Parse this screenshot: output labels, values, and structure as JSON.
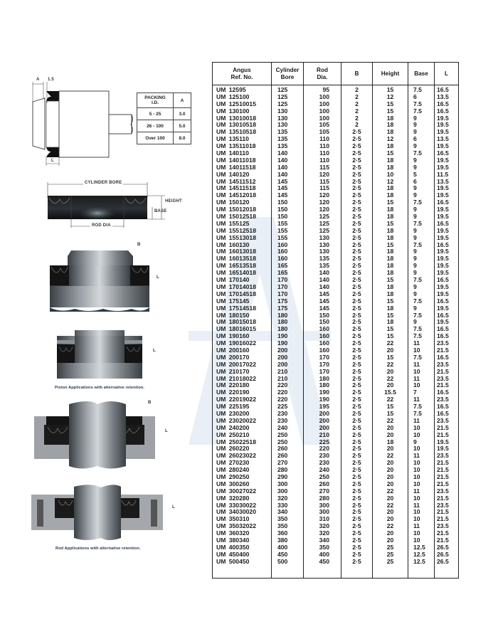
{
  "packing_table": {
    "headers": [
      "PACKING I.D.",
      "A"
    ],
    "rows": [
      [
        "5  -  25",
        "3.0"
      ],
      [
        "26  -  100",
        "5.0"
      ],
      [
        "Over 100",
        "8.0"
      ]
    ]
  },
  "diagram1": {
    "label_a": "A",
    "label_15": "1.5",
    "label_l": "L"
  },
  "diagram2": {
    "cylinder_bore": "CYLINDER BORE",
    "rod_dia": "ROD DIA",
    "height": "HEIGHT",
    "base": "BASE"
  },
  "diagram3": {
    "label_b": "B",
    "label_l": "L"
  },
  "diagram4": {
    "label_l": "L",
    "caption": "Piston Applications with alternative retention."
  },
  "diagram5": {
    "label_b": "B",
    "label_l": "L"
  },
  "diagram6": {
    "label_l": "L",
    "caption": "Rod Applications with alternative retention."
  },
  "spec_table": {
    "headers": [
      "Angus\nRef. No.",
      "Cylinder\nBore",
      "Rod\nDia.",
      "B",
      "Height",
      "Base",
      "L"
    ],
    "rows": [
      [
        "UM 12595",
        "125",
        "95",
        "2",
        "15",
        "7.5",
        "16.5"
      ],
      [
        "UM 125100",
        "125",
        "100",
        "2",
        "12",
        "6",
        "13.5"
      ],
      [
        "UM 12510015",
        "125",
        "100",
        "2",
        "15",
        "7.5",
        "16.5"
      ],
      [
        "UM 130100",
        "130",
        "100",
        "2",
        "15",
        "7.5",
        "16.5"
      ],
      [
        "UM 13010018",
        "130",
        "100",
        "2",
        "18",
        "9",
        "19.5"
      ],
      [
        "UM 13010518",
        "130",
        "105",
        "2",
        "18",
        "9",
        "19.5"
      ],
      [
        "UM 13510518",
        "135",
        "105",
        "2·5",
        "18",
        "9",
        "19.5"
      ],
      [
        "UM 135110",
        "135",
        "110",
        "2·5",
        "12",
        "6",
        "13.5"
      ],
      [
        "UM 13511018",
        "135",
        "110",
        "2·5",
        "18",
        "9",
        "19.5"
      ],
      [
        "UM 140110",
        "140",
        "110",
        "2·5",
        "15",
        "7.5",
        "16.5"
      ],
      [
        "UM 14011018",
        "140",
        "110",
        "2·5",
        "18",
        "9",
        "19.5"
      ],
      [
        "UM 14011518",
        "140",
        "115",
        "2·5",
        "18",
        "9",
        "19.5"
      ],
      [
        "UM 140120",
        "140",
        "120",
        "2·5",
        "10",
        "5",
        "11.5"
      ],
      [
        "UM 14511512",
        "145",
        "115",
        "2·5",
        "12",
        "6",
        "13.5"
      ],
      [
        "UM 14511518",
        "145",
        "115",
        "2·5",
        "18",
        "9",
        "19.5"
      ],
      [
        "UM 14512018",
        "145",
        "120",
        "2·5",
        "18",
        "9",
        "19.5"
      ],
      [
        "UM 150120",
        "150",
        "120",
        "2·5",
        "15",
        "7.5",
        "16.5"
      ],
      [
        "UM 15012018",
        "150",
        "120",
        "2·5",
        "18",
        "9",
        "19.5"
      ],
      [
        "UM 15012518",
        "150",
        "125",
        "2·5",
        "18",
        "9",
        "19.5"
      ],
      [
        "UM 155125",
        "155",
        "125",
        "2·5",
        "15",
        "7.5",
        "16.5"
      ],
      [
        "UM 15512518",
        "155",
        "125",
        "2·5",
        "18",
        "9",
        "19.5"
      ],
      [
        "UM 15513018",
        "155",
        "130",
        "2·5",
        "18",
        "9",
        "19.5"
      ],
      [
        "UM 160130",
        "160",
        "130",
        "2·5",
        "15",
        "7.5",
        "16.5"
      ],
      [
        "UM 16013018",
        "160",
        "130",
        "2·5",
        "18",
        "9",
        "19.5"
      ],
      [
        "UM 16013518",
        "160",
        "135",
        "2·5",
        "18",
        "9",
        "19.5"
      ],
      [
        "UM 16513518",
        "165",
        "135",
        "2·5",
        "18",
        "9",
        "19.5"
      ],
      [
        "UM 16514018",
        "165",
        "140",
        "2·5",
        "18",
        "9",
        "19.5"
      ],
      [
        "UM 170140",
        "170",
        "140",
        "2·5",
        "15",
        "7.5",
        "16.5"
      ],
      [
        "UM 17014018",
        "170",
        "140",
        "2·5",
        "18",
        "9",
        "19.5"
      ],
      [
        "UM 17014518",
        "170",
        "145",
        "2·5",
        "18",
        "9",
        "19.5"
      ],
      [
        "UM 175145",
        "175",
        "145",
        "2·5",
        "15",
        "7.5",
        "16.5"
      ],
      [
        "UM 17514518",
        "175",
        "145",
        "2·5",
        "18",
        "9",
        "19.5"
      ],
      [
        "UM 180150",
        "180",
        "150",
        "2·5",
        "15",
        "7.5",
        "16.5"
      ],
      [
        "UM 18015018",
        "180",
        "150",
        "2·5",
        "18",
        "9",
        "19.5"
      ],
      [
        "UM 18016015",
        "180",
        "160",
        "2·5",
        "15",
        "7.5",
        "16.5"
      ],
      [
        "UM 190160",
        "190",
        "160",
        "2·5",
        "15",
        "7.5",
        "16.5"
      ],
      [
        "UM 19016022",
        "190",
        "160",
        "2·5",
        "22",
        "11",
        "23.5"
      ],
      [
        "UM 200160",
        "200",
        "160",
        "2·5",
        "20",
        "10",
        "21.5"
      ],
      [
        "UM 200170",
        "200",
        "170",
        "2·5",
        "15",
        "7.5",
        "16.5"
      ],
      [
        "UM 20017022",
        "200",
        "170",
        "2·5",
        "22",
        "11",
        "23.5"
      ],
      [
        "UM 210170",
        "210",
        "170",
        "2·5",
        "20",
        "10",
        "21.5"
      ],
      [
        "UM 21018022",
        "210",
        "180",
        "2·5",
        "22",
        "11",
        "23.5"
      ],
      [
        "UM 220180",
        "220",
        "180",
        "2·5",
        "20",
        "10",
        "21.5"
      ],
      [
        "UM 220190",
        "220",
        "190",
        "2·5",
        "15.5",
        "7",
        "16.5"
      ],
      [
        "UM 22019022",
        "220",
        "190",
        "2·5",
        "22",
        "11",
        "23.5"
      ],
      [
        "UM 225195",
        "225",
        "195",
        "2·5",
        "15",
        "7.5",
        "16.5"
      ],
      [
        "UM 230200",
        "230",
        "200",
        "2·5",
        "15",
        "7.5",
        "16.5"
      ],
      [
        "UM 23020022",
        "230",
        "200",
        "2·5",
        "22",
        "11",
        "23.5"
      ],
      [
        "UM 240200",
        "240",
        "200",
        "2·5",
        "20",
        "10",
        "21.5"
      ],
      [
        "UM 250210",
        "250",
        "210",
        "2·5",
        "20",
        "10",
        "21.5"
      ],
      [
        "UM 25022518",
        "250",
        "225",
        "2·5",
        "18",
        "9",
        "19.5"
      ],
      [
        "UM 260220",
        "260",
        "220",
        "2·5",
        "20",
        "10",
        "19.5"
      ],
      [
        "UM 26023022",
        "260",
        "230",
        "2·5",
        "22",
        "11",
        "23.5"
      ],
      [
        "UM 270230",
        "270",
        "230",
        "2·5",
        "20",
        "10",
        "21.5"
      ],
      [
        "UM 280240",
        "280",
        "240",
        "2·5",
        "20",
        "10",
        "21.5"
      ],
      [
        "UM 290250",
        "290",
        "250",
        "2·5",
        "20",
        "10",
        "21.5"
      ],
      [
        "UM 300260",
        "300",
        "260",
        "2·5",
        "20",
        "10",
        "21.5"
      ],
      [
        "UM 30027022",
        "300",
        "270",
        "2·5",
        "22",
        "11",
        "23.5"
      ],
      [
        "UM 320280",
        "320",
        "280",
        "2·5",
        "20",
        "10",
        "21.5"
      ],
      [
        "UM 33030022",
        "330",
        "300",
        "2·5",
        "22",
        "11",
        "23.5"
      ],
      [
        "UM 34030020",
        "340",
        "300",
        "2·5",
        "20",
        "10",
        "21.5"
      ],
      [
        "UM 350310",
        "350",
        "310",
        "2·5",
        "20",
        "10",
        "21.5"
      ],
      [
        "UM 35032022",
        "350",
        "320",
        "2·5",
        "22",
        "11",
        "23.5"
      ],
      [
        "UM 360320",
        "360",
        "320",
        "2·5",
        "20",
        "10",
        "21.5"
      ],
      [
        "UM 380340",
        "380",
        "340",
        "2·5",
        "20",
        "10",
        "21.5"
      ],
      [
        "UM 400350",
        "400",
        "350",
        "2·5",
        "25",
        "12.5",
        "26.5"
      ],
      [
        "UM 450400",
        "450",
        "400",
        "2·5",
        "25",
        "12.5",
        "26.5"
      ],
      [
        "UM 500450",
        "500",
        "450",
        "2·5",
        "25",
        "12.5",
        "26.5"
      ]
    ]
  }
}
